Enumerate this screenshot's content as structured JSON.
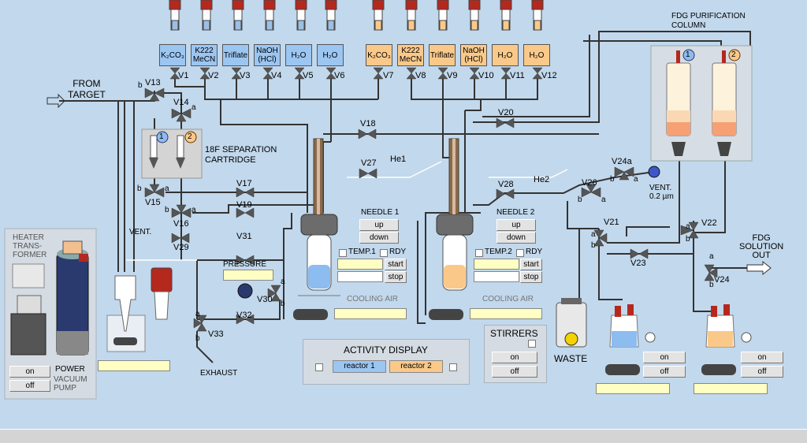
{
  "reagents_left": [
    {
      "label": "K₂CO₃",
      "valve": "V1"
    },
    {
      "label": "K222\nMeCN",
      "valve": "V2"
    },
    {
      "label": "Triflate",
      "valve": "V3"
    },
    {
      "label": "NaOH\n(HCl)",
      "valve": "V4"
    },
    {
      "label": "H₂O",
      "valve": "V5"
    },
    {
      "label": "H₂O",
      "valve": "V6"
    }
  ],
  "reagents_right": [
    {
      "label": "K₂CO₃",
      "valve": "V7"
    },
    {
      "label": "K222\nMeCN",
      "valve": "V8"
    },
    {
      "label": "Triflate",
      "valve": "V9"
    },
    {
      "label": "NaOH\n(HCl)",
      "valve": "V10"
    },
    {
      "label": "H₂O",
      "valve": "V11"
    },
    {
      "label": "H₂O",
      "valve": "V12"
    }
  ],
  "valves": {
    "v13": "V13",
    "v14": "V14",
    "v15": "V15",
    "v16": "V16",
    "v17": "V17",
    "v18": "V18",
    "v19": "V19",
    "v20": "V20",
    "v21": "V21",
    "v22": "V22",
    "v23": "V23",
    "v24": "V24",
    "v24a": "V24a",
    "v26": "V26",
    "v27": "V27",
    "v28": "V28",
    "v29": "V29",
    "v30": "V30",
    "v31": "V31",
    "v32": "V32",
    "v33": "V33"
  },
  "ports": {
    "a": "a",
    "b": "b"
  },
  "labels": {
    "from_target": "FROM\nTARGET",
    "separation": "18F SEPARATION\nCARTRIDGE",
    "heater": "HEATER\nTRANS-\nFORMER",
    "vent": "VENT.",
    "pressure": "PRESSURE",
    "exhaust": "EXHAUST",
    "needle1": "NEEDLE 1",
    "needle2": "NEEDLE 2",
    "he1": "He1",
    "he2": "He2",
    "cooling_air": "COOLING AIR",
    "vent_filter": "VENT.\n0.2 µm",
    "waste": "WASTE",
    "fdg_out": "FDG\nSOLUTION\nOUT",
    "purification": "FDG PURIFICATION\nCOLUMN",
    "power": "POWER",
    "vacuum_pump": "VACUUM\nPUMP",
    "cart_1": "1",
    "cart_2": "2"
  },
  "controls": {
    "up": "up",
    "down": "down",
    "start": "start",
    "stop": "stop",
    "temp1": "TEMP.1",
    "temp2": "TEMP.2",
    "rdy": "RDY",
    "on": "on",
    "off": "off",
    "stirrers": "STIRRERS",
    "activity_display": "ACTIVITY DISPLAY",
    "reactor1": "reactor 1",
    "reactor2": "reactor 2"
  },
  "colors": {
    "blue_reagent": "#9cc6f2",
    "orange_reagent": "#fac98a",
    "background": "#c2d8ec"
  }
}
